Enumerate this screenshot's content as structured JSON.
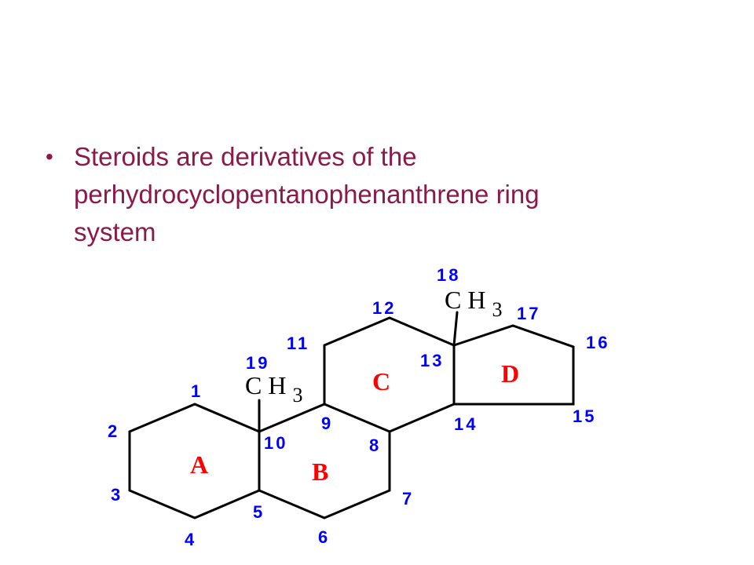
{
  "bullet": {
    "glyph": "•",
    "lines": [
      "Steroids are derivatives of the",
      "perhydrocyclopentanophenanthrene ring",
      "system"
    ]
  },
  "diagram": {
    "methyl_groups": [
      {
        "main": "CH",
        "sub": "3"
      },
      {
        "main": "CH",
        "sub": "3"
      }
    ],
    "ring_labels": [
      "A",
      "B",
      "C",
      "D"
    ],
    "atom_numbers": [
      "1",
      "2",
      "3",
      "4",
      "5",
      "6",
      "7",
      "8",
      "9",
      "10",
      "11",
      "12",
      "13",
      "14",
      "15",
      "16",
      "17",
      "18",
      "19"
    ],
    "colors": {
      "text": "#8b1a4a",
      "numbers": "#0000ff",
      "ring_labels": "#ff0000",
      "bonds": "#000000"
    }
  }
}
